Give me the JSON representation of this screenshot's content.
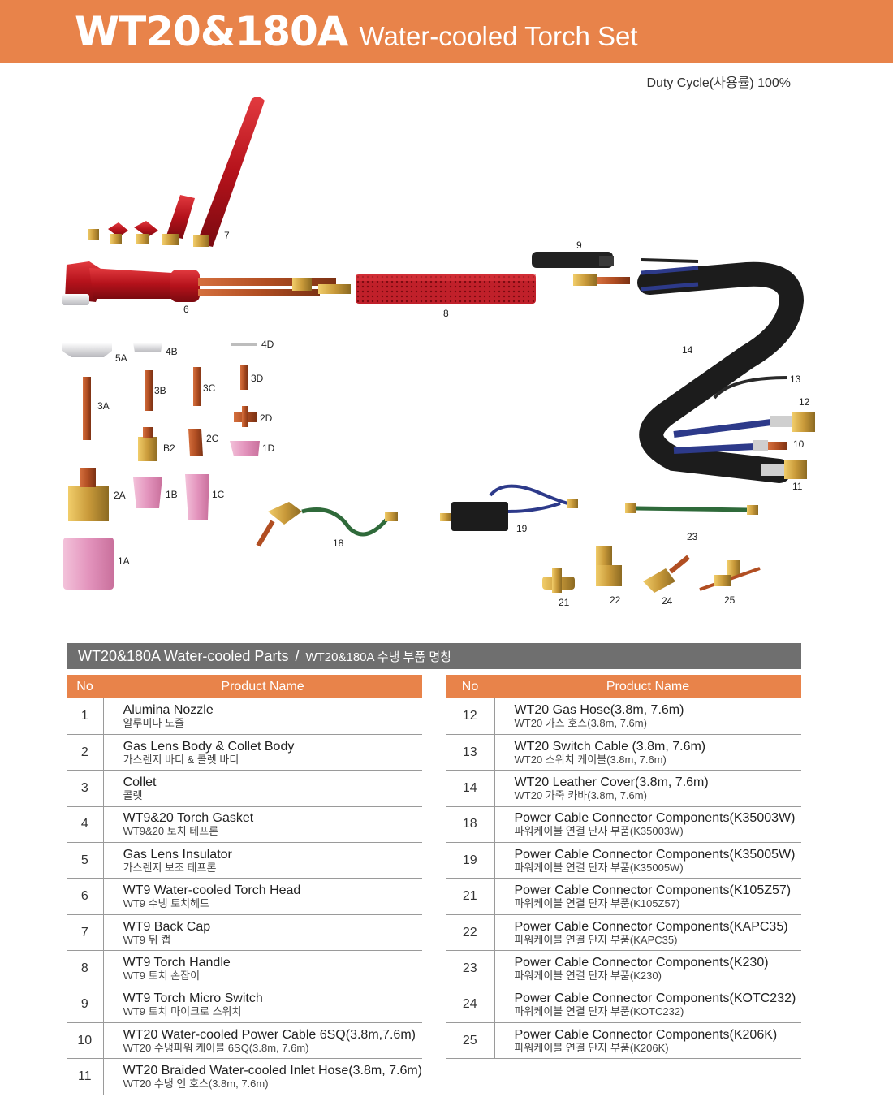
{
  "header": {
    "model": "WT20&180A",
    "title": "Water-cooled Torch Set",
    "duty_cycle": "Duty Cycle(사용률) 100%"
  },
  "colors": {
    "accent_orange": "#e8834a",
    "bar_gray": "#6f6f6f",
    "torch_red": "#b5121b",
    "nozzle_pink": "#e9a0c4",
    "brass": "#c99a3a",
    "hose_green": "#2f6a3a",
    "hose_blue": "#2d3a8a"
  },
  "diagram": {
    "labels": [
      "7",
      "6",
      "8",
      "9",
      "14",
      "13",
      "12",
      "10",
      "11",
      "5A",
      "4B",
      "4D",
      "3A",
      "3B",
      "3C",
      "3D",
      "2D",
      "B2",
      "2C",
      "1D",
      "2A",
      "1B",
      "1C",
      "1A",
      "18",
      "19",
      "23",
      "21",
      "22",
      "24",
      "25"
    ]
  },
  "parts_section": {
    "title_en": "WT20&180A Water-cooled Parts",
    "separator": "/",
    "title_ko": "WT20&180A 수냉 부품 명칭",
    "col_no": "No",
    "col_name": "Product Name"
  },
  "parts_left": [
    {
      "no": "1",
      "en": "Alumina Nozzle",
      "ko": "알루미나 노즐"
    },
    {
      "no": "2",
      "en": "Gas Lens Body & Collet Body",
      "ko": "가스렌지 바디 & 콜렛 바디"
    },
    {
      "no": "3",
      "en": "Collet",
      "ko": "콜렛"
    },
    {
      "no": "4",
      "en": "WT9&20 Torch Gasket",
      "ko": "WT9&20 토치 테프론"
    },
    {
      "no": "5",
      "en": "Gas Lens Insulator",
      "ko": "가스렌지 보조 테프론"
    },
    {
      "no": "6",
      "en": "WT9 Water-cooled Torch Head",
      "ko": "WT9 수냉 토치헤드"
    },
    {
      "no": "7",
      "en": "WT9 Back Cap",
      "ko": "WT9 뒤 캡"
    },
    {
      "no": "8",
      "en": "WT9 Torch Handle",
      "ko": "WT9 토치 손잡이"
    },
    {
      "no": "9",
      "en": "WT9 Torch Micro Switch",
      "ko": "WT9 토치 마이크로 스위치"
    },
    {
      "no": "10",
      "en": "WT20 Water-cooled Power Cable 6SQ(3.8m,7.6m)",
      "ko": "WT20 수냉파워 케이블 6SQ(3.8m, 7.6m)"
    },
    {
      "no": "11",
      "en": "WT20 Braided Water-cooled Inlet Hose(3.8m, 7.6m)",
      "ko": "WT20 수냉 인 호스(3.8m, 7.6m)"
    }
  ],
  "parts_right": [
    {
      "no": "12",
      "en": "WT20 Gas Hose(3.8m, 7.6m)",
      "ko": "WT20 가스 호스(3.8m, 7.6m)"
    },
    {
      "no": "13",
      "en": "WT20 Switch Cable (3.8m, 7.6m)",
      "ko": "WT20 스위치 케이블(3.8m, 7.6m)"
    },
    {
      "no": "14",
      "en": "WT20 Leather Cover(3.8m, 7.6m)",
      "ko": "WT20 가죽 카바(3.8m, 7.6m)"
    },
    {
      "no": "18",
      "en": "Power Cable Connector Components(K35003W)",
      "ko": "파워케이블 연결 단자 부품(K35003W)"
    },
    {
      "no": "19",
      "en": "Power Cable Connector Components(K35005W)",
      "ko": "파워케이블 연결 단자 부품(K35005W)"
    },
    {
      "no": "21",
      "en": "Power Cable Connector Components(K105Z57)",
      "ko": "파워케이블 연결 단자 부품(K105Z57)"
    },
    {
      "no": "22",
      "en": "Power Cable Connector Components(KAPC35)",
      "ko": "파워케이블 연결 단자 부품(KAPC35)"
    },
    {
      "no": "23",
      "en": "Power Cable Connector Components(K230)",
      "ko": "파워케이블 연결 단자 부품(K230)"
    },
    {
      "no": "24",
      "en": "Power Cable Connector Components(KOTC232)",
      "ko": "파워케이블 연결 단자 부품(KOTC232)"
    },
    {
      "no": "25",
      "en": "Power Cable Connector Components(K206K)",
      "ko": "파워케이블 연결 단자 부품(K206K)"
    }
  ]
}
